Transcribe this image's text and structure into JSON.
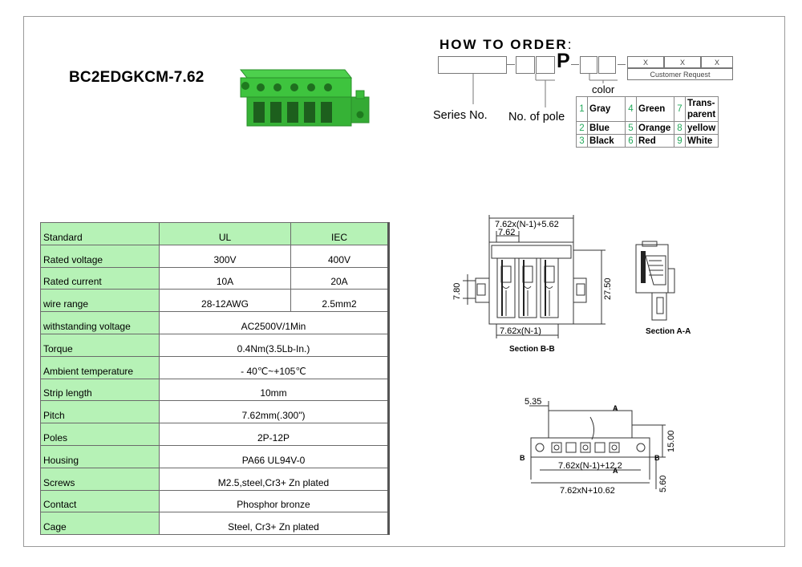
{
  "product": {
    "title": "BC2EDGKCM-7.62"
  },
  "how_to_order": {
    "title": "HOW TO ORDER",
    "colon": ":",
    "p_letter": "P",
    "series_label": "Series No.",
    "pole_label": "No. of pole",
    "color_label": "color",
    "customer_x": [
      "X",
      "X",
      "X"
    ],
    "customer_label": "Customer Request",
    "colors": [
      [
        {
          "num": "1",
          "name": "Gray"
        },
        {
          "num": "4",
          "name": "Green"
        },
        {
          "num": "7",
          "name": "Trans-parent"
        }
      ],
      [
        {
          "num": "2",
          "name": "Blue"
        },
        {
          "num": "5",
          "name": "Orange"
        },
        {
          "num": "8",
          "name": "yellow"
        }
      ],
      [
        {
          "num": "3",
          "name": "Black"
        },
        {
          "num": "6",
          "name": "Red"
        },
        {
          "num": "9",
          "name": "White"
        }
      ]
    ]
  },
  "specs": {
    "header": {
      "label": "Standard",
      "ul": "UL",
      "iec": "IEC"
    },
    "split_rows": [
      {
        "label": "Rated voltage",
        "ul": "300V",
        "iec": "400V"
      },
      {
        "label": "Rated current",
        "ul": "10A",
        "iec": "20A"
      },
      {
        "label": "wire range",
        "ul": "28-12AWG",
        "iec": "2.5mm2"
      }
    ],
    "rows": [
      {
        "label": "withstanding voltage",
        "value": "AC2500V/1Min"
      },
      {
        "label": "Torque",
        "value": "0.4Nm(3.5Lb-In.)"
      },
      {
        "label": "Ambient temperature",
        "value": "- 40℃~+105℃"
      },
      {
        "label": "Strip length",
        "value": "10mm"
      },
      {
        "label": "Pitch",
        "value": "7.62mm(.300\")"
      },
      {
        "label": "Poles",
        "value": "2P-12P"
      },
      {
        "label": "Housing",
        "value": "PA66 UL94V-0"
      },
      {
        "label": "Screws",
        "value": "M2.5,steel,Cr3+ Zn plated"
      },
      {
        "label": "Contact",
        "value": "Phosphor bronze"
      },
      {
        "label": "Cage",
        "value": "Steel, Cr3+ Zn plated"
      }
    ]
  },
  "drawings": {
    "section_bb": {
      "dim_top": "7.62x(N-1)+5.62",
      "dim_pitch": "7.62",
      "dim_left": "7.80",
      "dim_right": "27.50",
      "dim_bottom": "7.62x(N-1)",
      "caption": "Section B-B"
    },
    "section_aa": {
      "caption": "Section A-A"
    },
    "top_view": {
      "dim_535": "5.35",
      "marker_a": "A",
      "marker_b": "B",
      "dim_right": "15.00",
      "dim_bottom1": "7.62x(N-1)+12.2",
      "dim_bottom2": "7.62xN+10.62",
      "dim_560": "5.60"
    }
  }
}
